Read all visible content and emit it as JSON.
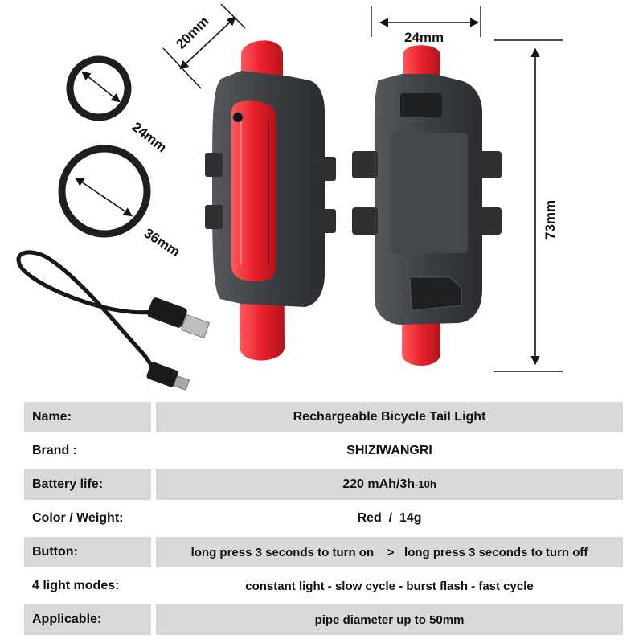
{
  "dimensions": {
    "width_top": "20mm",
    "width_back": "24mm",
    "length": "73mm",
    "ring_small": "24mm",
    "ring_large": "36mm"
  },
  "colors": {
    "lens_red": "#e8202a",
    "body_gray": "#3c3f42",
    "table_stripe": "#d9d9d9"
  },
  "specs": [
    {
      "label": "Name:",
      "value": "Rechargeable Bicycle Tail Light"
    },
    {
      "label": "Brand :",
      "value": "SHIZIWANGRI"
    },
    {
      "label": "Battery life:",
      "value": "220 mAh/3h",
      "value_suffix": "-10h"
    },
    {
      "label": "Color / Weight:",
      "value": "Red  /  14g"
    },
    {
      "label": "Button:",
      "value": "long press 3 seconds to turn on    >   long press 3 seconds to turn off"
    },
    {
      "label": "4 light modes:",
      "value": "constant light - slow cycle - burst flash - fast cycle"
    },
    {
      "label": "Applicable:",
      "value": "pipe diameter up to 50mm"
    }
  ]
}
